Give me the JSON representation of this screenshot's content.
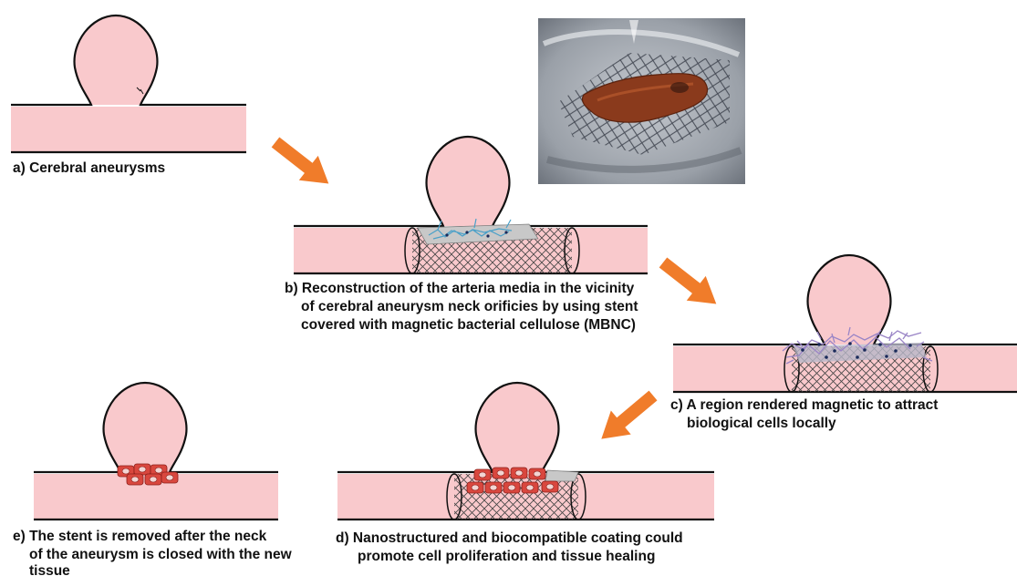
{
  "colors": {
    "tissue": "#f9c9cc",
    "outline": "#111111",
    "arrow": "#f07c2a",
    "stent_mesh": "#444444",
    "coating": "#c8c8c8",
    "cells": "#d9473e",
    "magnetic_particles": "#5a7fc4",
    "attracted_cells": "#9a85c6"
  },
  "icons": {
    "flow_arrow": "orange-block-arrow",
    "photo": "photo-of-mesh-stent-with-sample"
  },
  "captions": {
    "a": "a) Cerebral aneurysms",
    "b_line1": "b) Reconstruction of the arteria media in the vicinity",
    "b_line2": "of cerebral aneurysm neck orificies by using stent",
    "b_line3": "covered with magnetic bacterial cellulose (MBNC)",
    "c_line1": "c) A region rendered magnetic to attract",
    "c_line2": "biological cells locally",
    "d_line1": "d) Nanostructured and biocompatible coating could",
    "d_line2": "promote cell proliferation and tissue healing",
    "e_line1": "e) The stent is removed after the neck",
    "e_line2": "of the aneurysm is closed with the new",
    "e_line3": "tissue"
  }
}
